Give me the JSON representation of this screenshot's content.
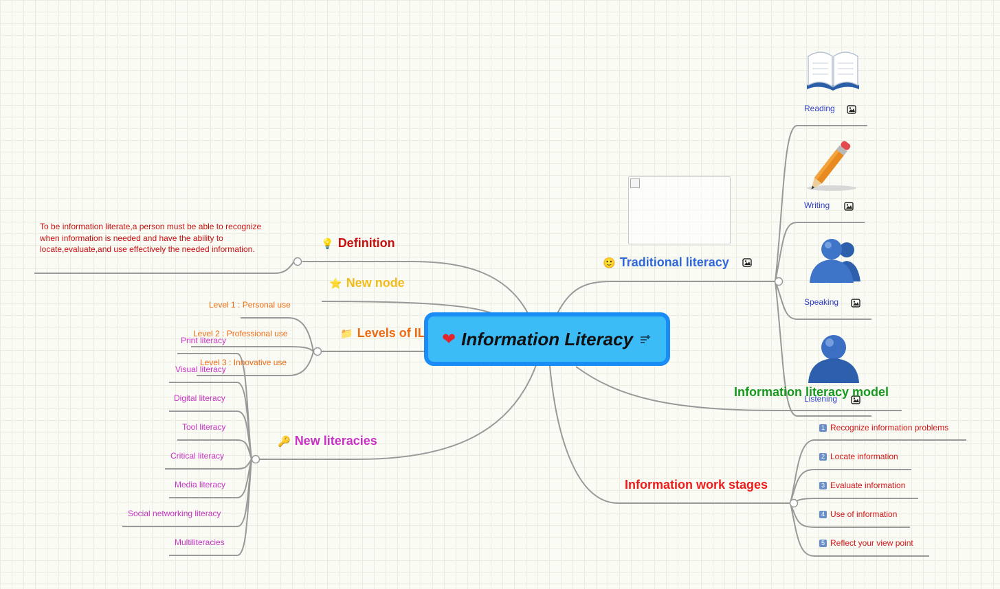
{
  "central": {
    "title": "Information Literacy",
    "icon": "heart-icon"
  },
  "colors": {
    "link": "#999999",
    "definition": "#c8100e",
    "new_node": "#f2bc1a",
    "levels": "#ee6a12",
    "new_literacies": "#c832c5",
    "traditional": "#2f68d8",
    "model": "#169a1d",
    "stages": "#ee1b1b",
    "central_fill": "#3bbcf7",
    "central_border": "#1a8cf5"
  },
  "topics": {
    "definition": {
      "label": "Definition",
      "icon": "lightbulb-icon"
    },
    "new_node": {
      "label": "New node",
      "icon": "star-icon"
    },
    "levels": {
      "label": "Levels of IL",
      "icon": "folder-icon"
    },
    "new_literacies": {
      "label": "New literacies",
      "icon": "key-icon"
    },
    "traditional": {
      "label": "Traditional literacy",
      "icon": "smiley-icon"
    },
    "model": {
      "label": "Information literacy model"
    },
    "stages": {
      "label": "Information work stages"
    }
  },
  "definition_text": "To be information literate,a person must be able to recognize when information is needed and have the ability to locate,evaluate,and use effectively the needed information.",
  "levels_items": [
    "Level 1 : Personal use",
    "Level 2 : Professional use",
    "Level 3 : Innovative use"
  ],
  "new_literacies_items": [
    "Print literacy",
    "Visual literacy",
    "Digital literacy",
    "Tool literacy",
    "Critical literacy",
    "Media literacy",
    "Social networking literacy",
    "Multiliteracies"
  ],
  "traditional_items": [
    {
      "label": "Reading",
      "icon": "book-icon"
    },
    {
      "label": "Writing",
      "icon": "pencil-icon"
    },
    {
      "label": "Speaking",
      "icon": "people-icon"
    },
    {
      "label": "Listening",
      "icon": "person-icon"
    }
  ],
  "stages_items": [
    {
      "num": "1",
      "label": "Recognize information problems"
    },
    {
      "num": "2",
      "label": "Locate information"
    },
    {
      "num": "3",
      "label": "Evaluate information"
    },
    {
      "num": "4",
      "label": "Use of information"
    },
    {
      "num": "5",
      "label": "Reflect your view point"
    }
  ]
}
